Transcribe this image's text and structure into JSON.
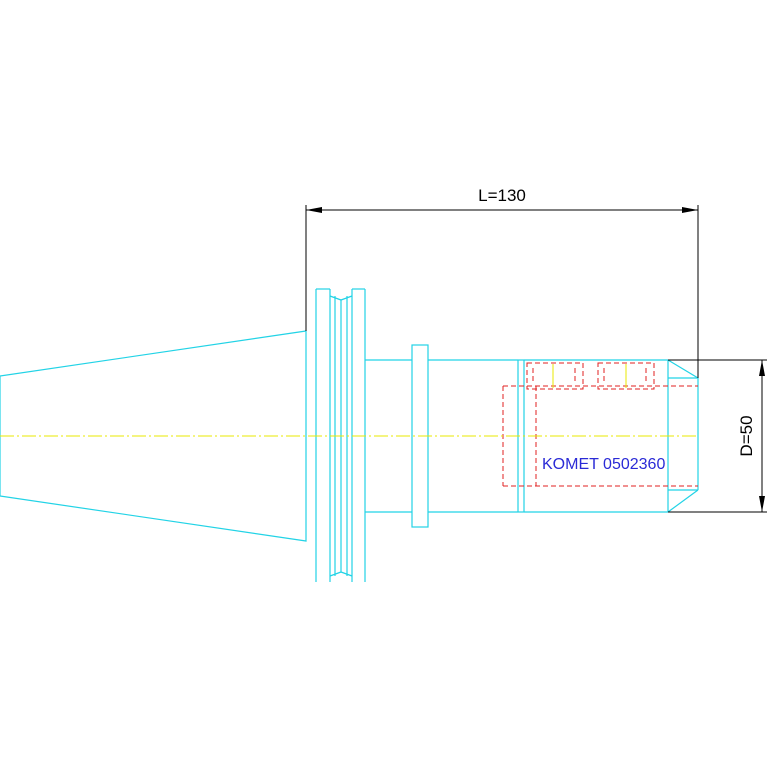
{
  "dimensions": {
    "length_label": "L=130",
    "diameter_label": "D=50"
  },
  "part_label": "KOMET 0502360",
  "colors": {
    "background": "#ffffff",
    "outline": "#22d3e6",
    "hidden_lines": "#e02020",
    "center_line": "#e8e800",
    "dimension_lines": "#000000",
    "part_label": "#2a2ad6"
  }
}
